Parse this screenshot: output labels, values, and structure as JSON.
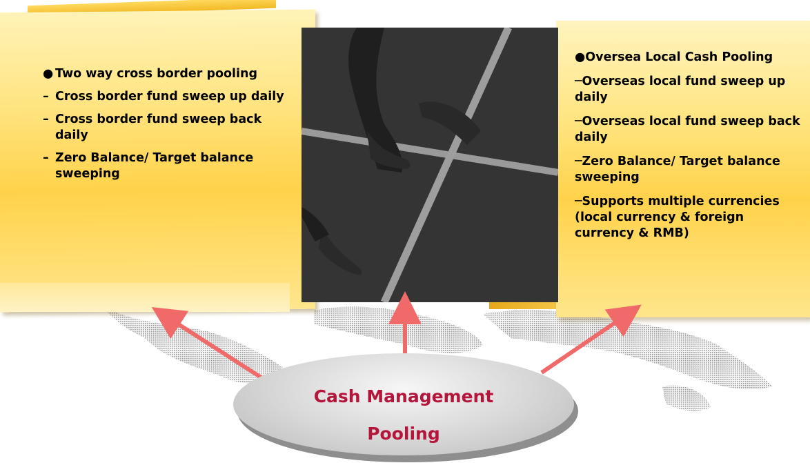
{
  "left_panel": {
    "items": [
      {
        "marker": "●",
        "text": "Two way cross border pooling"
      },
      {
        "marker": "–",
        "text": "Cross border fund sweep up daily"
      },
      {
        "marker": "–",
        "text": "Cross border fund sweep back daily"
      },
      {
        "marker": "–",
        "text": "Zero Balance/ Target balance sweeping"
      }
    ]
  },
  "right_panel": {
    "items": [
      {
        "marker": "●",
        "text": "Oversea Local Cash Pooling"
      },
      {
        "marker": "─",
        "text": "Overseas local fund sweep up daily"
      },
      {
        "marker": "─",
        "text": "Overseas local fund sweep back daily"
      },
      {
        "marker": "─",
        "text": "Zero Balance/ Target balance sweeping"
      },
      {
        "marker": "─",
        "text": "Supports multiple currencies (local currency & foreign currency & RMB)"
      }
    ]
  },
  "center": {
    "line1": "Cash Management",
    "line2": "Pooling"
  },
  "colors": {
    "panel_yellow": "#ffd24a",
    "title_red": "#b5143b",
    "arrow_red": "#f06a6a"
  }
}
